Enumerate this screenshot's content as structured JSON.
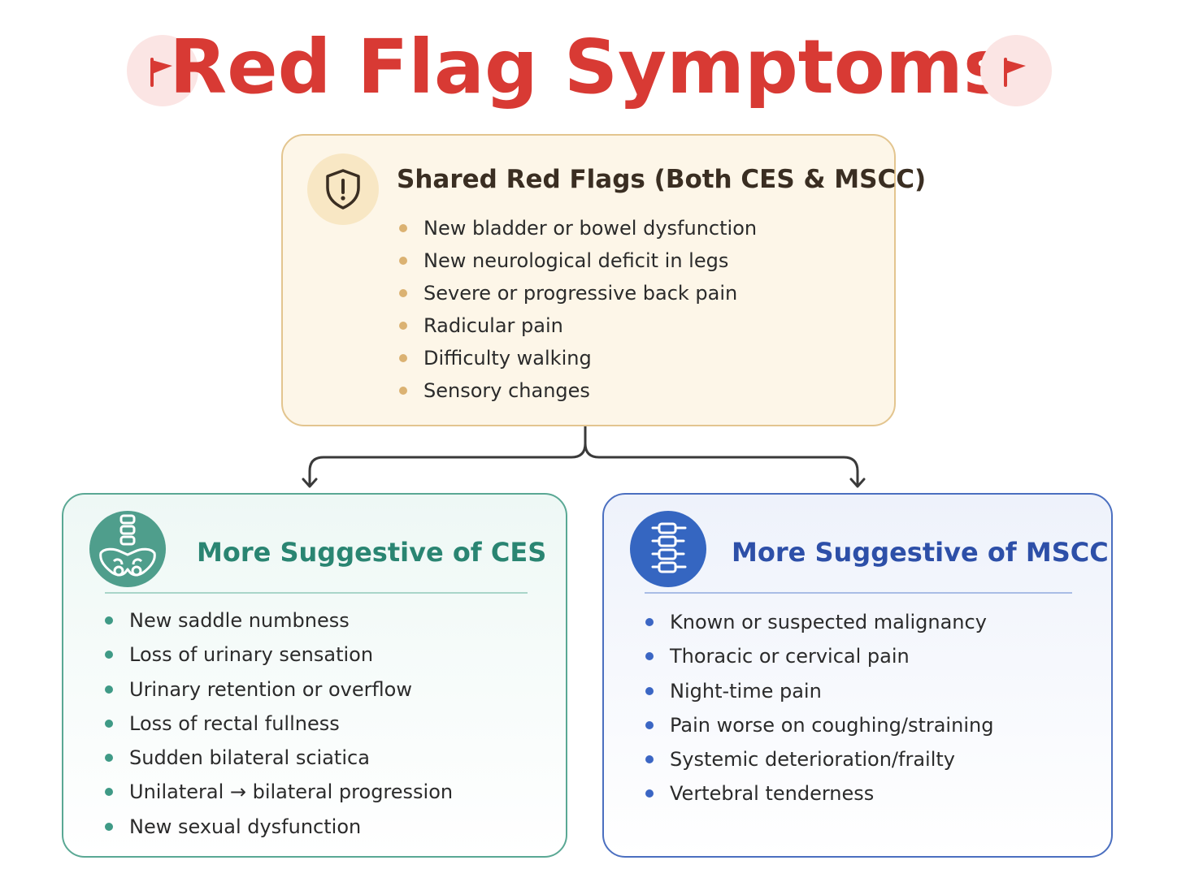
{
  "title": "Red Flag Symptoms",
  "icons": {
    "title_flags": "flag-icon",
    "shared": "shield-alert-icon",
    "ces": "pelvis-spine-icon",
    "mscc": "vertebrae-icon"
  },
  "colors": {
    "title": "#d83a34",
    "shared_border": "#e3c58f",
    "ces_accent": "#2a8572",
    "mscc_accent": "#2d4fa8"
  },
  "shared": {
    "title": "Shared Red Flags (Both CES & MSCC)",
    "items": [
      "New bladder or bowel dysfunction",
      "New neurological deficit in legs",
      "Severe or progressive back pain",
      "Radicular pain",
      "Difficulty walking",
      "Sensory changes"
    ]
  },
  "ces": {
    "title": "More Suggestive of CES",
    "items": [
      "New saddle numbness",
      "Loss of urinary sensation",
      "Urinary retention or overflow",
      "Loss of rectal fullness",
      "Sudden bilateral sciatica",
      "Unilateral → bilateral progression",
      "New sexual dysfunction"
    ]
  },
  "mscc": {
    "title": "More Suggestive of MSCC",
    "items": [
      "Known or suspected malignancy",
      "Thoracic or cervical pain",
      "Night-time pain",
      "Pain worse on coughing/straining",
      "Systemic deterioration/frailty",
      "Vertebral tenderness"
    ]
  }
}
